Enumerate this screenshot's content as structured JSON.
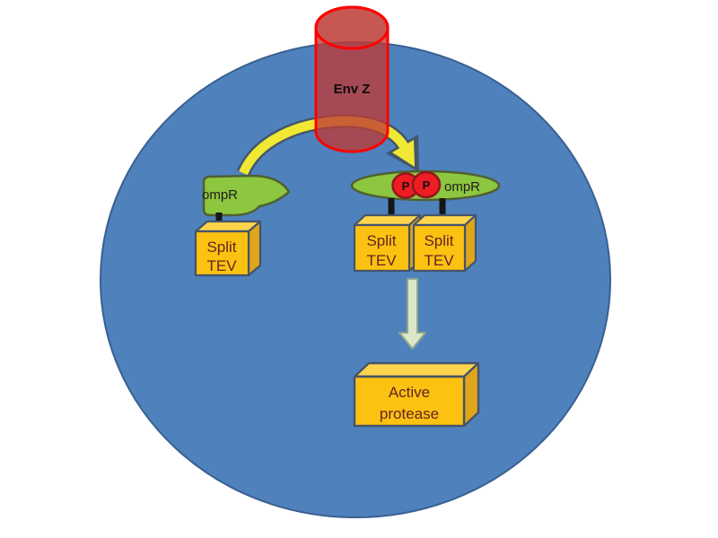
{
  "diagram": {
    "description": "Cell signaling diagram: EnvZ membrane sensor phosphorylates ompR, dimerized phospho-ompR brings two Split TEV halves together producing active protease",
    "labels": {
      "membrane_sensor": "Env Z",
      "ompr_monomer": "ompR",
      "ompr_dimer": "ompR",
      "phosphate_left": "P",
      "phosphate_right": "P",
      "split_tev_monomer": [
        "Split",
        "TEV"
      ],
      "split_tev_dimer_left": [
        "Split",
        "TEV"
      ],
      "split_tev_dimer_right": [
        "Split",
        "TEV"
      ],
      "active_protease": [
        "Active",
        "protease"
      ]
    },
    "colors": {
      "background": "#ffffff",
      "cell_fill": "#4f81bd",
      "cell_stroke": "#3a6090",
      "sensor_fill": "#be3b36",
      "sensor_stroke": "#fe0000",
      "green_fill": "#8dc63f",
      "green_stroke": "#4f6033",
      "cube_front": "#fcc211",
      "cube_top": "#fdd44c",
      "cube_side": "#dfa61b",
      "cube_stroke": "#44546a",
      "cube_text": "#632423",
      "phosphate_fill": "#ee1c23",
      "phosphate_stroke": "#8f181c",
      "signal_arrow_fill": "#f1e833",
      "signal_arrow_stroke": "#44576b",
      "result_arrow_fill": "#dce6c8",
      "result_arrow_stroke": "#90a58c",
      "linker_color": "#151515"
    }
  }
}
